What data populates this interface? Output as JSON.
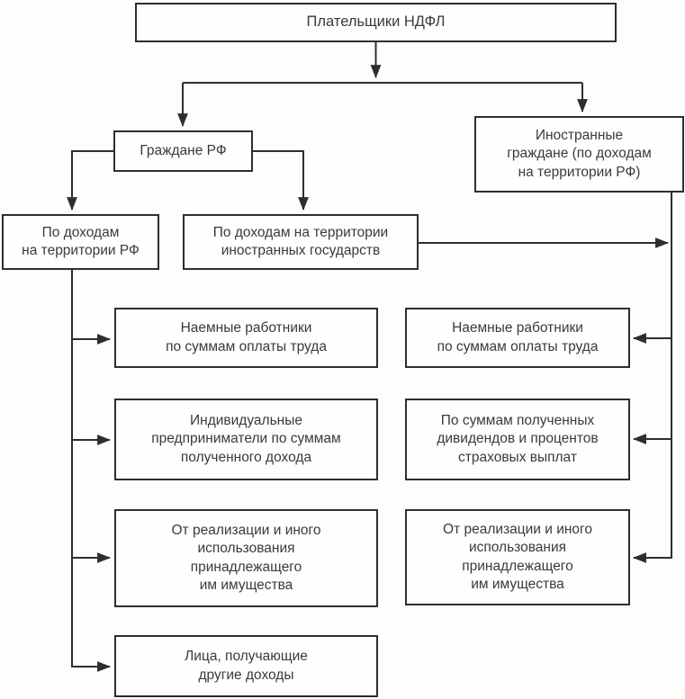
{
  "diagram": {
    "nodes": {
      "root": {
        "label": "Плательщики НДФЛ"
      },
      "citizens_rf": {
        "label": "Граждане РФ"
      },
      "foreign_citizens": {
        "label": "Иностранные\nграждане (по доходам\nна территории РФ)"
      },
      "income_rf": {
        "label": "По доходам\nна территории РФ"
      },
      "income_foreign_states": {
        "label": "По доходам на территории\nиностранных государств"
      },
      "left_hired_workers": {
        "label": "Наемные работники\nпо суммам оплаты труда"
      },
      "left_entrepreneurs": {
        "label": "Индивидуальные\nпредприниматели по суммам\nполученного дохода"
      },
      "left_property": {
        "label": "От реализации и иного\nиспользования\nпринадлежащего\nим имущества"
      },
      "left_other_income": {
        "label": "Лица, получающие\nдругие доходы"
      },
      "right_hired_workers": {
        "label": "Наемные работники\nпо суммам оплаты труда"
      },
      "right_dividends": {
        "label": "По суммам полученных\nдивидендов и процентов\nстраховых выплат"
      },
      "right_property": {
        "label": "От реализации и иного\nиспользования\nпринадлежащего\nим имущества"
      }
    },
    "colors": {
      "line": "#2e2e2e",
      "text": "#3a3a3a",
      "box_bg": "#fefefe",
      "page_bg": "#fdfdfd"
    }
  }
}
